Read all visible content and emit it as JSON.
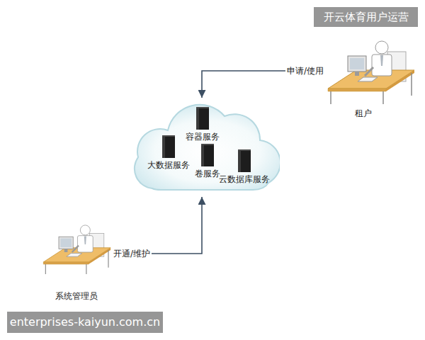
{
  "diagram": {
    "nodes": [
      {
        "text": [
          "租户"
        ]
      },
      {
        "text": []
      },
      {
        "text": [
          "容器服务"
        ],
        "in": 1
      },
      {
        "text": [
          "大数据服务"
        ],
        "in": 1
      },
      {
        "text": [
          "卷服务"
        ],
        "in": 1
      },
      {
        "text": [
          "云数据库服务"
        ],
        "in": 1
      },
      {
        "text": [
          "系统管理员"
        ]
      }
    ],
    "edges": [
      {
        "from": 0,
        "to": 1,
        "label": "申请/使用",
        "arrow": "to"
      },
      {
        "from": 6,
        "to": 1,
        "label": "开通/维护",
        "arrow": "to"
      }
    ],
    "labels": [
      "开云体育用户运营",
      "enterprises-kaiyun.com.cn"
    ]
  }
}
